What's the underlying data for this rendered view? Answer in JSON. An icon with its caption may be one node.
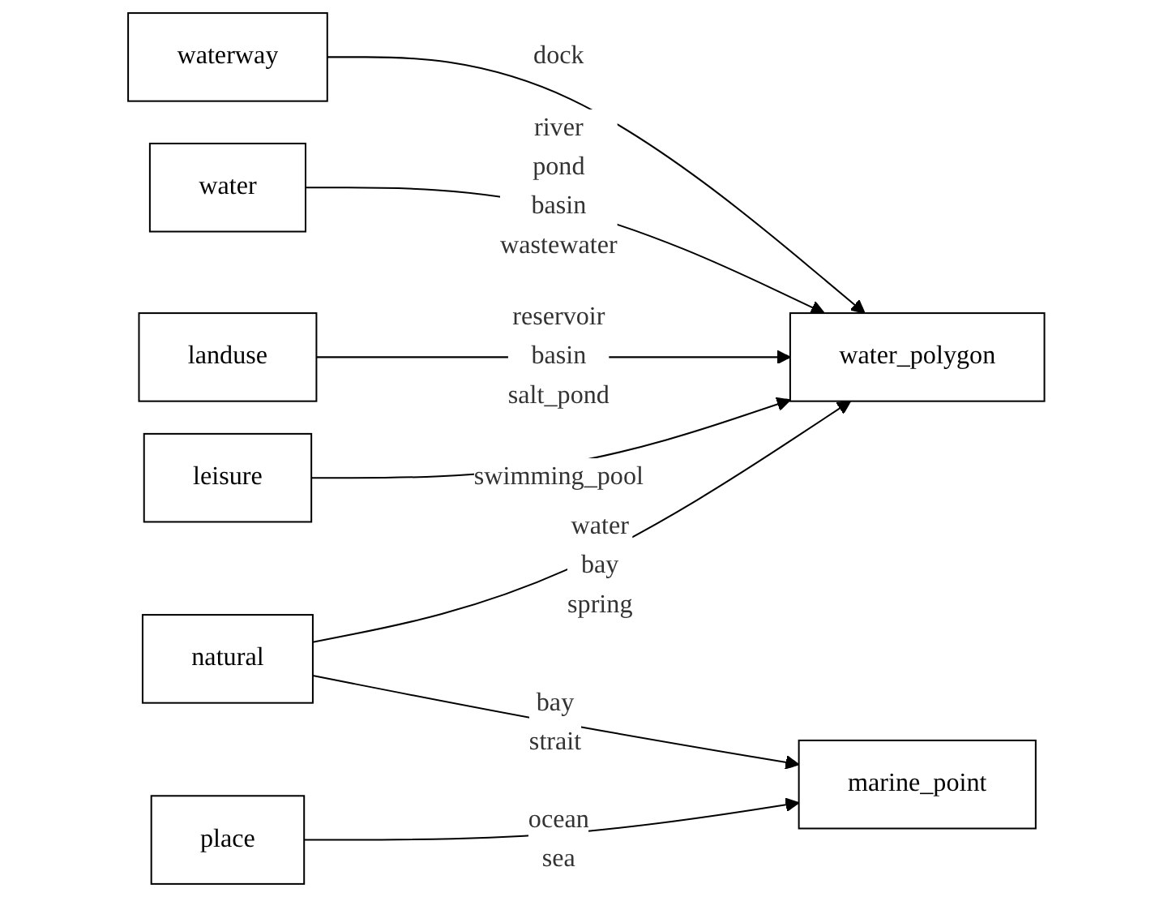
{
  "diagram": {
    "nodes": [
      {
        "text": [
          "waterway"
        ]
      },
      {
        "text": [
          "water"
        ]
      },
      {
        "text": [
          "landuse"
        ]
      },
      {
        "text": [
          "leisure"
        ]
      },
      {
        "text": [
          "natural"
        ]
      },
      {
        "text": [
          "place"
        ]
      },
      {
        "text": [
          "water_polygon"
        ]
      },
      {
        "text": [
          "marine_point"
        ]
      }
    ],
    "edges": [
      {
        "from": 0,
        "to": 6,
        "arrow": "to",
        "label": "dock"
      },
      {
        "from": 1,
        "to": 6,
        "arrow": "to",
        "label": "river pond basin wastewater"
      },
      {
        "from": 2,
        "to": 6,
        "arrow": "to",
        "label": "reservoir basin salt_pond"
      },
      {
        "from": 3,
        "to": 6,
        "arrow": "to",
        "label": "swimming_pool"
      },
      {
        "from": 4,
        "to": 6,
        "arrow": "to",
        "label": "water bay spring"
      },
      {
        "from": 4,
        "to": 7,
        "arrow": "to",
        "label": "bay strait"
      },
      {
        "from": 5,
        "to": 7,
        "arrow": "to",
        "label": "ocean sea"
      }
    ]
  }
}
